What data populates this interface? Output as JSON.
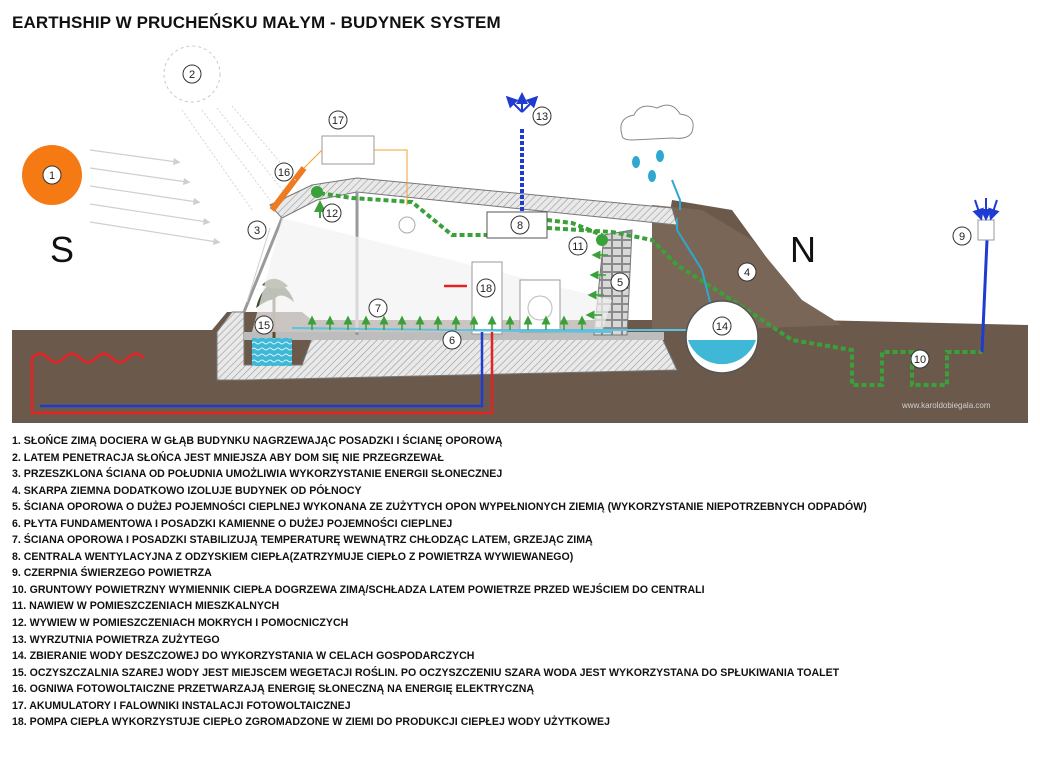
{
  "title": "EARTHSHIP W PRUCHEŃSKU MAŁYM - BUDYNEK SYSTEM",
  "compass": {
    "south": "S",
    "north": "N"
  },
  "watermark": "www.karoldobiegala.com",
  "markers": [
    "1",
    "2",
    "3",
    "4",
    "5",
    "6",
    "7",
    "8",
    "9",
    "10",
    "11",
    "12",
    "13",
    "14",
    "15",
    "16",
    "17",
    "18"
  ],
  "legend": [
    "1. SŁOŃCE ZIMĄ DOCIERA W GŁĄB BUDYNKU NAGRZEWAJĄC POSADZKI I ŚCIANĘ OPOROWĄ",
    "2. LATEM PENETRACJA SŁOŃCA JEST MNIEJSZA ABY DOM SIĘ NIE PRZEGRZEWAŁ",
    "3. PRZESZKLONA ŚCIANA OD POŁUDNIA UMOŻLIWIA WYKORZYSTANIE ENERGII SŁONECZNEJ",
    "4. SKARPA ZIEMNA DODATKOWO IZOLUJE BUDYNEK OD PÓŁNOCY",
    "5. ŚCIANA OPOROWA O DUŻEJ POJEMNOŚCI CIEPLNEJ WYKONANA ZE ZUŻYTYCH OPON WYPEŁNIONYCH ZIEMIĄ (WYKORZYSTANIE NIEPOTRZEBNYCH ODPADÓW)",
    "6. PŁYTA FUNDAMENTOWA I POSADZKI KAMIENNE O DUŻEJ POJEMNOŚCI CIEPLNEJ",
    "7. ŚCIANA OPOROWA I POSADZKI STABILIZUJĄ TEMPERATURĘ WEWNĄTRZ CHŁODZĄC LATEM, GRZEJĄC ZIMĄ",
    "8. CENTRALA WENTYLACYJNA Z ODZYSKIEM CIEPŁA(ZATRZYMUJE CIEPŁO Z POWIETRZA WYWIEWANEGO)",
    "9. CZERPNIA ŚWIERZEGO POWIETRZA",
    "10. GRUNTOWY POWIETRZNY WYMIENNIK CIEPŁA DOGRZEWA ZIMĄ/SCHŁADZA LATEM POWIETRZE PRZED WEJŚCIEM DO CENTRALI",
    "11. NAWIEW W POMIESZCZENIACH MIESZKALNYCH",
    "12. WYWIEW W POMIESZCZENIACH MOKRYCH I POMOCNICZYCH",
    "13. WYRZUTNIA POWIETRZA ZUŻYTEGO",
    "14. ZBIERANIE WODY DESZCZOWEJ DO WYKORZYSTANIA W CELACH GOSPODARCZYCH",
    "15. OCZYSZCZALNIA SZAREJ WODY JEST MIEJSCEM WEGETACJI ROŚLIN. PO OCZYSZCZENIU SZARA WODA JEST WYKORZYSTANA DO SPŁUKIWANIA TOALET",
    "16. OGNIWA FOTOWOLTAICZNE PRZETWARZAJĄ ENERGIĘ SŁONECZNĄ NA ENERGIĘ ELEKTRYCZNĄ",
    "17. AKUMULATORY I FALOWNIKI INSTALACJI FOTOWOLTAICZNEJ",
    "18. POMPA CIEPŁA WYKORZYSTUJE CIEPŁO ZGROMADZONE W ZIEMI DO PRODUKCJI CIEPŁEJ WODY UŻYTKOWEJ"
  ]
}
